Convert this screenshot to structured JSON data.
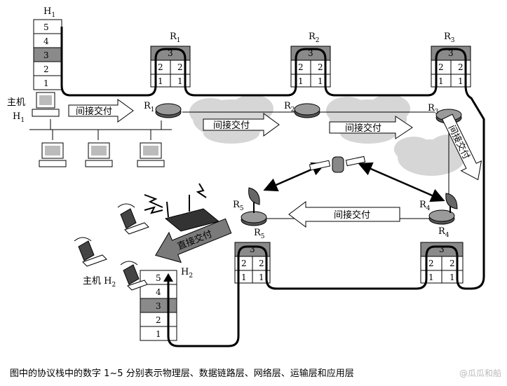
{
  "hosts": {
    "h1_stack_label": "H",
    "h1_stack_sub": "1",
    "h1_host_label": "主机",
    "h1_host_sub_label": "H",
    "h1_host_sub": "1",
    "h2_host_label": "主机 H",
    "h2_host_sub": "2",
    "h2_stack_label": "H",
    "h2_stack_sub": "2",
    "stack_layers": [
      "5",
      "4",
      "3",
      "2",
      "1"
    ]
  },
  "routers": {
    "letter": "R",
    "r1": "1",
    "r2": "2",
    "r3": "3",
    "r4": "4",
    "r5": "5",
    "router_layers": [
      "3",
      "2",
      "2",
      "1",
      "1"
    ]
  },
  "arrows": {
    "indirect": "间接交付",
    "direct": "直接交付"
  },
  "caption": "图中的协议栈中的数字 1~5 分别表示物理层、数据链路层、网络层、运输层和应用层",
  "watermark": "@瓜瓜和船",
  "colors": {
    "shaded": "#8a8a8a",
    "line": "#000000",
    "cloud": "#d6d6d6"
  },
  "icons": [
    "computer-icon",
    "router-icon",
    "cloud-icon",
    "satellite-icon",
    "satellite-dish-icon",
    "laptop-icon",
    "wireless-ap-icon",
    "lightning-icon"
  ]
}
